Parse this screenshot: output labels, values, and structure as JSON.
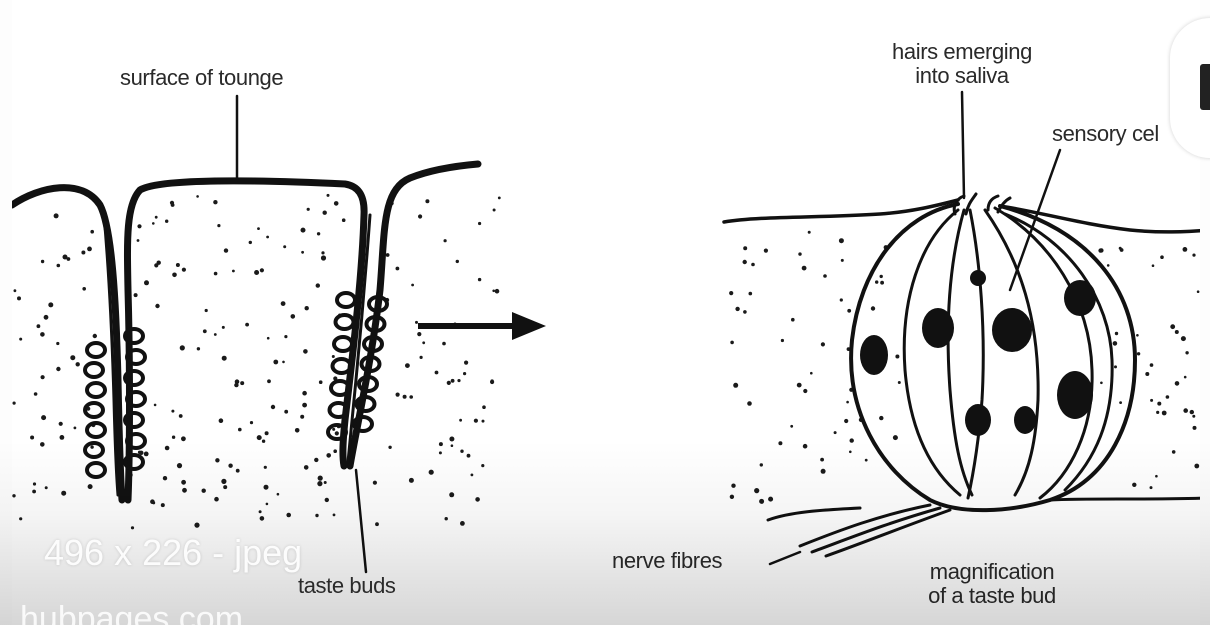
{
  "diagram": {
    "left": {
      "surface_label": "surface of tounge",
      "taste_buds_label": "taste buds"
    },
    "right": {
      "hairs_label_line1": "hairs emerging",
      "hairs_label_line2": "into saliva",
      "sensory_label": "sensory cel",
      "nerve_label": "nerve fibres",
      "magnification_line1": "magnification",
      "magnification_line2": "of a taste bud"
    }
  },
  "overlay": {
    "meta": "496 x 226 - jpeg",
    "source": "hubpages.com"
  }
}
